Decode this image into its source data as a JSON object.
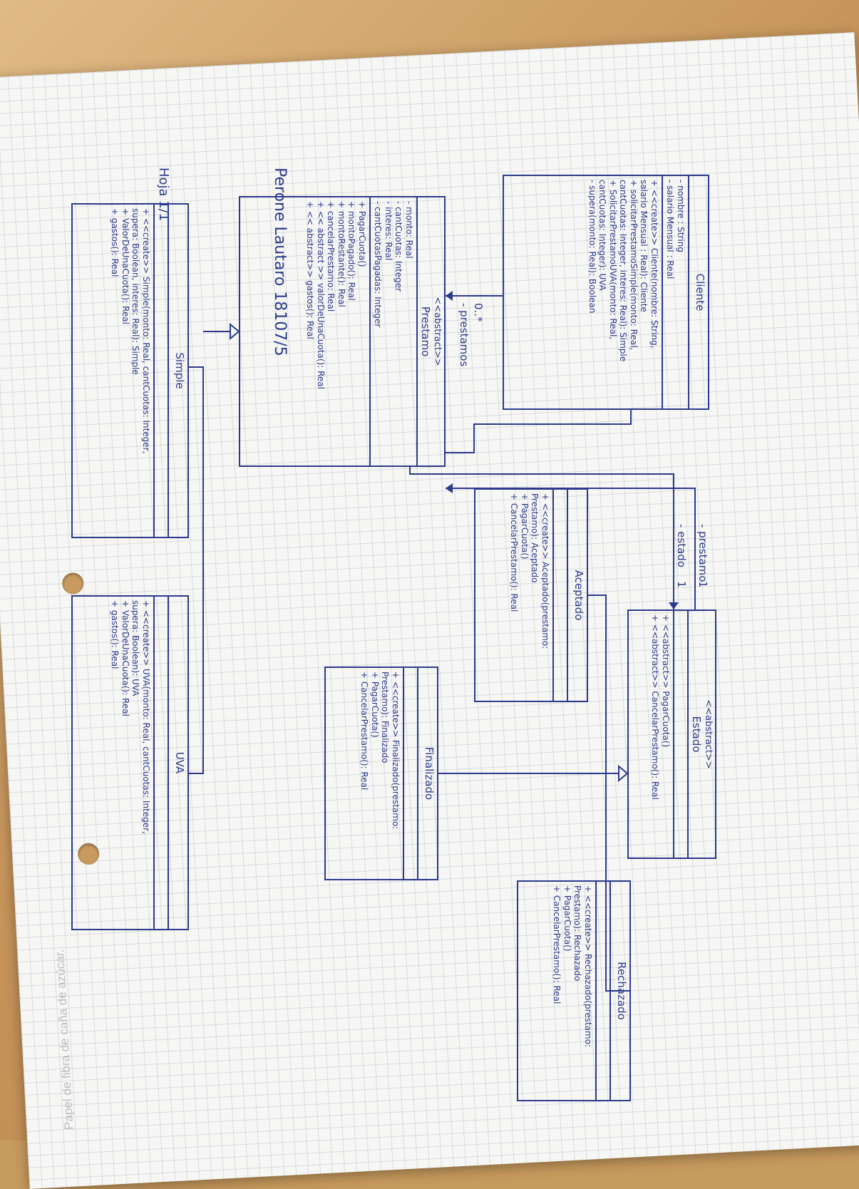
{
  "header": {
    "sheet": "Hoja 1/1",
    "author": "Perone Lautaro 18107/5"
  },
  "watermark": "Papel de fibra de caña de azúcar.",
  "classes": {
    "cliente": {
      "name": "Cliente",
      "attributes": [
        "- nombre : String",
        "- salario Mensual : Real"
      ],
      "operations": [
        "+ <<create>> Cliente(nombre: String,",
        "salario Mensual : Real): Cliente",
        "+ solicitarPrestamoSimple(monto: Real,",
        "cantCuotas: Integer, interes: Real): Simple",
        "+ SolicitarPrestamoUVA(monto: Real,",
        "cantCuotas: Integer): UVA",
        "- supera(monto: Real): Boolean"
      ]
    },
    "prestamo": {
      "stereotype": "<<abstract>>",
      "name": "Prestamo",
      "attributes": [
        "- monto: Real",
        "- cantCuotas: Integer",
        "- interes: Real",
        "- cantCuotasPagadas: Integer"
      ],
      "operations": [
        "+ PagarCuota()",
        "+ montoPagado(): Real",
        "+ montoRestante(): Real",
        "+ cancelarPrestamo: Real",
        "+ << abstract >> valorDeUnaCuota(): Real",
        "+ << abstract>> gastos(): Real"
      ]
    },
    "simple": {
      "name": "Simple",
      "attributes": [],
      "operations": [
        "+ <<create>> Simple(monto: Real, cantCuotas: Integer,",
        "supera: Boolean, interes: Real): Simple",
        "+ ValorDeUnaCuota(): Real",
        "+ gastos(): Real"
      ]
    },
    "uva": {
      "name": "UVA",
      "attributes": [],
      "operations": [
        "+ <<create>> UVA(monto: Real, cantCuotas: Integer,",
        "supera: Boolean): UVA",
        "+ ValorDeUnaCuota(): Real",
        "+ gastos(): Real"
      ]
    },
    "estado": {
      "stereotype": "<<abstract>>",
      "name": "Estado",
      "attributes": [],
      "operations": [
        "+ <<abstract>> PagarCuota()",
        "+ <<abstract>> CancelarPrestamo(): Real"
      ]
    },
    "aceptado": {
      "name": "Aceptado",
      "attributes": [],
      "operations": [
        "+ <<create>> Aceptado(prestamo:",
        "Prestamo): Aceptado",
        "+ PagarCuota()",
        "+ CancelarPrestamo(): Real"
      ]
    },
    "finalizado": {
      "name": "Finalizado",
      "attributes": [],
      "operations": [
        "+ <<create>> Finalizado(prestamo:",
        "Prestamo): Finalizado",
        "+ PagarCuota()",
        "+ CancelarPrestamo(): Real"
      ]
    },
    "rechazado": {
      "name": "Rechazado",
      "attributes": [],
      "operations": [
        "+ <<create>> Rechazado(prestamo:",
        "Prestamo): Rechazado",
        "+ PagarCuota()",
        "+ CancelarPrestamo(): Real"
      ]
    }
  },
  "associations": {
    "prestamos_label": "- prestamos",
    "prestamos_mult": "0..*",
    "prestamo_label": "- prestamo",
    "prestamo_mult": "1",
    "estado_label": "- estado",
    "estado_mult": "1"
  }
}
